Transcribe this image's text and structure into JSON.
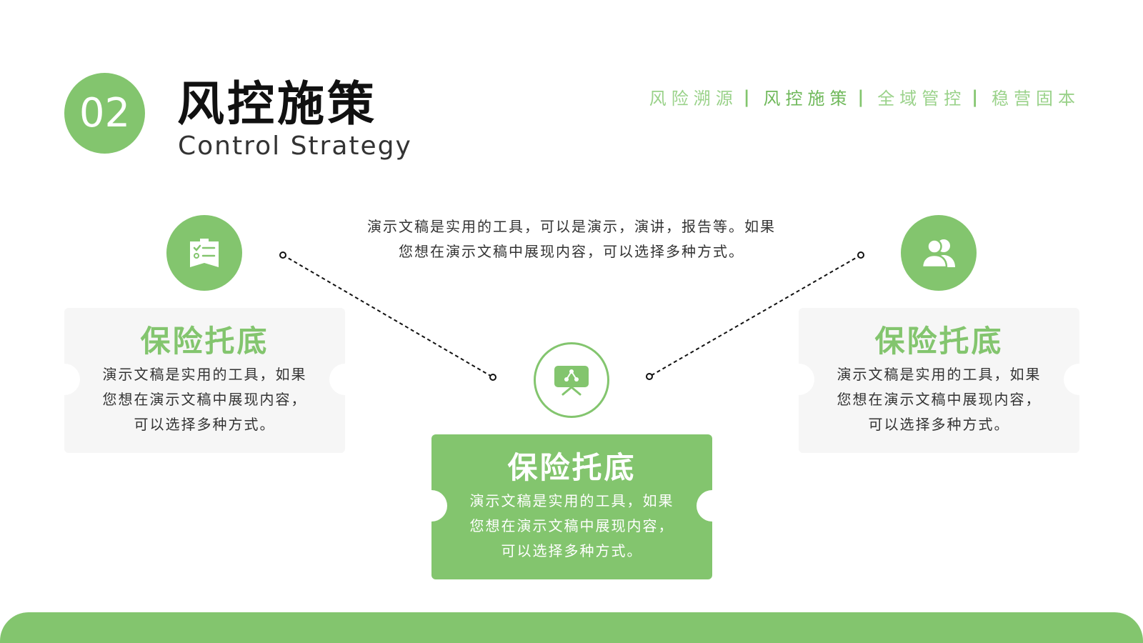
{
  "header": {
    "number": "02",
    "title": "风控施策",
    "subtitle": "Control Strategy"
  },
  "nav": {
    "items": [
      {
        "label": "风险溯源",
        "active": false
      },
      {
        "label": "风控施策",
        "active": true
      },
      {
        "label": "全域管控",
        "active": false
      },
      {
        "label": "稳营固本",
        "active": false
      }
    ],
    "separator": "|"
  },
  "intro": {
    "line1": "演示文稿是实用的工具，可以是演示，演讲，报告等。如果",
    "line2": "您想在演示文稿中展现内容，可以选择多种方式。"
  },
  "cards": [
    {
      "title": "保险托底",
      "line1": "演示文稿是实用的工具，如果",
      "line2": "您想在演示文稿中展现内容，",
      "line3": "可以选择多种方式。",
      "icon": "checklist-icon"
    },
    {
      "title": "保险托底",
      "line1": "演示文稿是实用的工具，如果",
      "line2": "您想在演示文稿中展现内容，",
      "line3": "可以选择多种方式。",
      "icon": "presentation-board-icon"
    },
    {
      "title": "保险托底",
      "line1": "演示文稿是实用的工具，如果",
      "line2": "您想在演示文稿中展现内容，",
      "line3": "可以选择多种方式。",
      "icon": "users-icon"
    }
  ],
  "colors": {
    "accent": "#83c56e",
    "nav_light": "#9ad28a",
    "card_bg": "#f6f6f6"
  }
}
